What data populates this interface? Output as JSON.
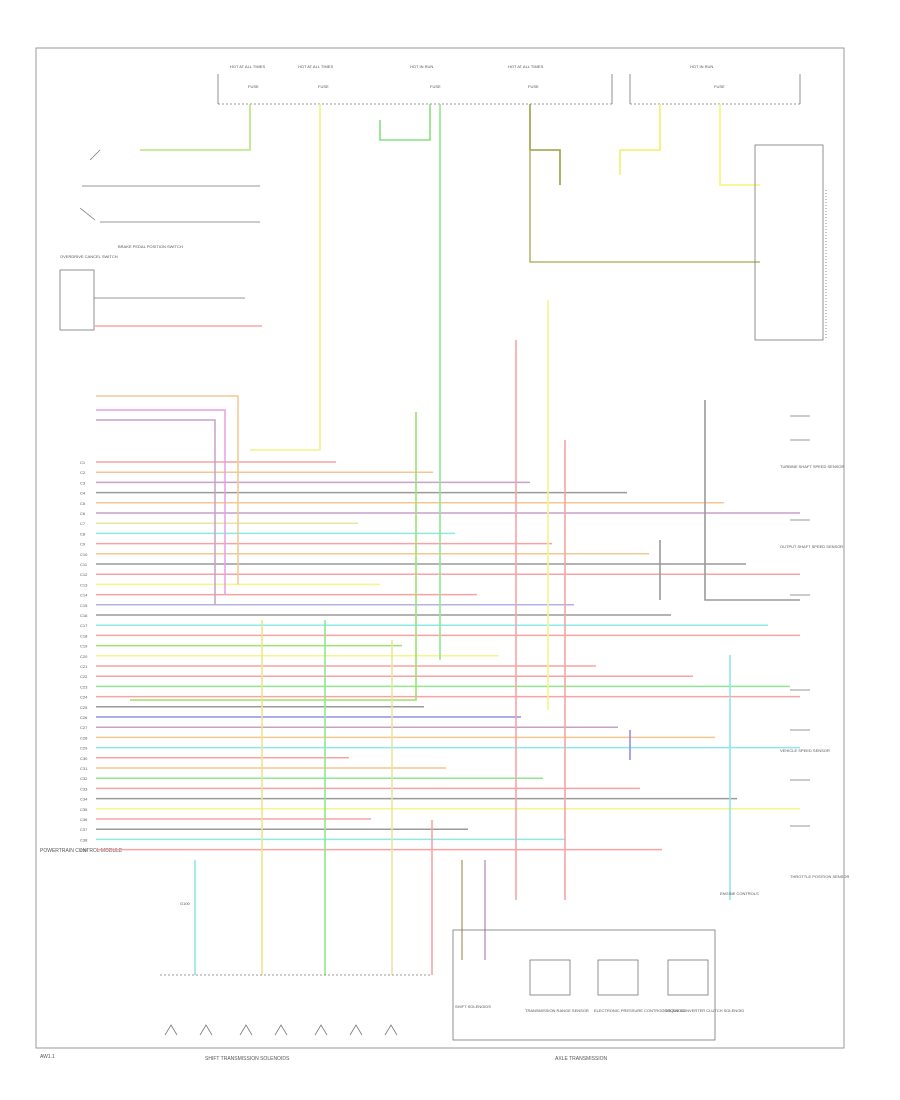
{
  "diagram": {
    "frame_color": "#9a9a9a",
    "ink_color": "#555555",
    "fuse_boxes": [
      {
        "title": "HOT AT ALL TIMES",
        "sub": "FUSE"
      },
      {
        "title": "HOT AT ALL TIMES",
        "sub": "FUSE"
      },
      {
        "title": "HOT IN RUN",
        "sub": "FUSE"
      },
      {
        "title": "HOT AT ALL TIMES",
        "sub": "FUSE"
      },
      {
        "title": "HOT IN RUN",
        "sub": "FUSE"
      }
    ],
    "left_pins": [
      "C1",
      "C2",
      "C3",
      "C4",
      "C5",
      "C6",
      "C7",
      "C8",
      "C9",
      "C10",
      "C11",
      "C12",
      "C13",
      "C14",
      "C15",
      "C16",
      "C17",
      "C18",
      "C19",
      "C20",
      "C21",
      "C22",
      "C23",
      "C24",
      "C25",
      "C26",
      "C27",
      "C28",
      "C29",
      "C30",
      "C31",
      "C32",
      "C33",
      "C34",
      "C35",
      "C36",
      "C37",
      "C38",
      "C39"
    ],
    "bottom_labels": {
      "shift_solenoids": "SHIFT SOLENOIDS",
      "transmission_range": "TRANSMISSION RANGE SENSOR",
      "electronic_pressure": "ELECTRONIC PRESSURE CONTROL SOLENOID",
      "torque_converter": "TORQUE CONVERTER CLUTCH SOLENOID",
      "left_group": "SHIFT TRANSMISSION SOLENOIDS",
      "right_group": "AXLE TRANSMISSION"
    },
    "annotations": {
      "pcm": "POWERTRAIN CONTROL MODULE",
      "ground": "G100",
      "brake_switch": "BRAKE PEDAL POSITION SWITCH",
      "overdrive": "OVERDRIVE CANCEL SWITCH",
      "vss": "VEHICLE SPEED SENSOR",
      "engine_ctrl": "ENGINE CONTROLS",
      "tss": "TURBINE SHAFT SPEED SENSOR",
      "oss": "OUTPUT SHAFT SPEED SENSOR",
      "tps": "THROTTLE POSITION SENSOR"
    },
    "footer_left": "AW1.1"
  }
}
